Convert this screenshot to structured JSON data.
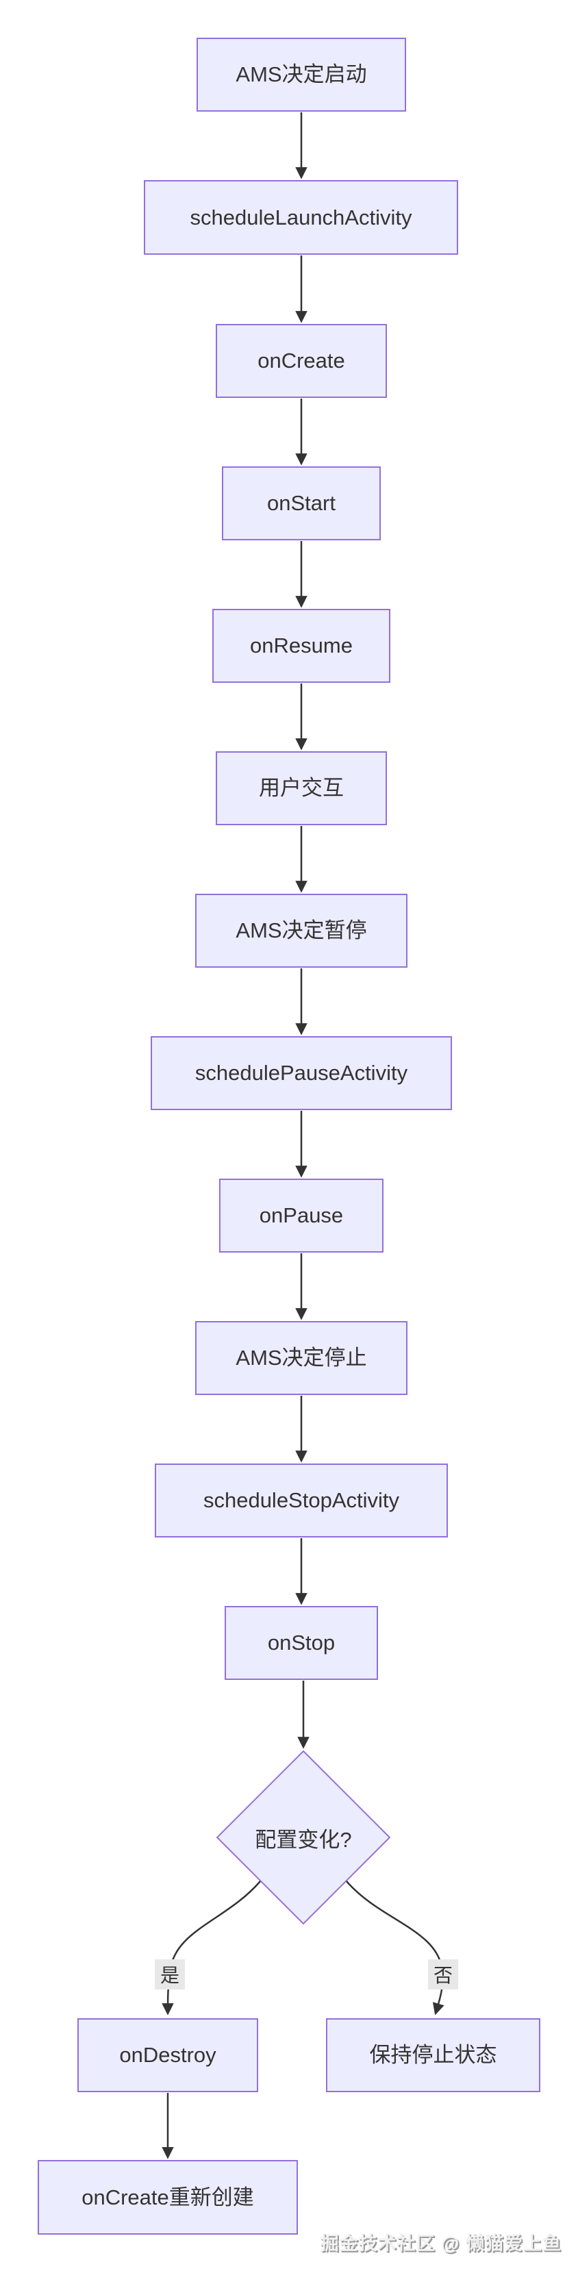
{
  "diagram": {
    "type": "flowchart",
    "direction": "top-down",
    "nodes": [
      {
        "id": "A",
        "shape": "rect",
        "label": "AMS决定启动"
      },
      {
        "id": "B",
        "shape": "rect",
        "label": "scheduleLaunchActivity"
      },
      {
        "id": "C",
        "shape": "rect",
        "label": "onCreate"
      },
      {
        "id": "D",
        "shape": "rect",
        "label": "onStart"
      },
      {
        "id": "E",
        "shape": "rect",
        "label": "onResume"
      },
      {
        "id": "F",
        "shape": "rect",
        "label": "用户交互"
      },
      {
        "id": "G",
        "shape": "rect",
        "label": "AMS决定暂停"
      },
      {
        "id": "H",
        "shape": "rect",
        "label": "schedulePauseActivity"
      },
      {
        "id": "I",
        "shape": "rect",
        "label": "onPause"
      },
      {
        "id": "J",
        "shape": "rect",
        "label": "AMS决定停止"
      },
      {
        "id": "K",
        "shape": "rect",
        "label": "scheduleStopActivity"
      },
      {
        "id": "L",
        "shape": "rect",
        "label": "onStop"
      },
      {
        "id": "M",
        "shape": "diamond",
        "label": "配置变化?"
      },
      {
        "id": "N",
        "shape": "rect",
        "label": "onDestroy"
      },
      {
        "id": "O",
        "shape": "rect",
        "label": "保持停止状态"
      },
      {
        "id": "P",
        "shape": "rect",
        "label": "onCreate重新创建"
      }
    ],
    "edges": [
      {
        "from": "A",
        "to": "B",
        "label": ""
      },
      {
        "from": "B",
        "to": "C",
        "label": ""
      },
      {
        "from": "C",
        "to": "D",
        "label": ""
      },
      {
        "from": "D",
        "to": "E",
        "label": ""
      },
      {
        "from": "E",
        "to": "F",
        "label": ""
      },
      {
        "from": "F",
        "to": "G",
        "label": ""
      },
      {
        "from": "G",
        "to": "H",
        "label": ""
      },
      {
        "from": "H",
        "to": "I",
        "label": ""
      },
      {
        "from": "I",
        "to": "J",
        "label": ""
      },
      {
        "from": "J",
        "to": "K",
        "label": ""
      },
      {
        "from": "K",
        "to": "L",
        "label": ""
      },
      {
        "from": "L",
        "to": "M",
        "label": ""
      },
      {
        "from": "M",
        "to": "N",
        "label": "是"
      },
      {
        "from": "M",
        "to": "O",
        "label": "否"
      },
      {
        "from": "N",
        "to": "P",
        "label": ""
      }
    ],
    "colors": {
      "node_fill": "#ECECFF",
      "node_border": "#9370DB",
      "edge_stroke": "#333333",
      "text": "#333333",
      "edge_label_bg": "#e8e8e8",
      "background": "#ffffff"
    }
  },
  "watermark": {
    "text": "掘金技术社区 @ 懒猫爱上鱼"
  }
}
